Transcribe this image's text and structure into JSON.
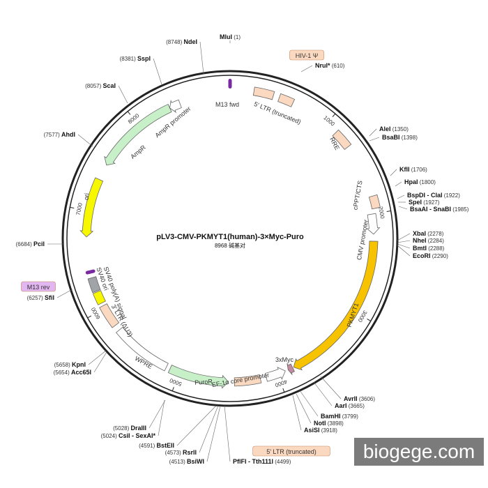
{
  "title": "pLV3-CMV-PKMYT1(human)-3×Myc-Puro",
  "subtitle": "8968 碱基对",
  "total_bp": 8968,
  "watermark": "biogege.com",
  "colors": {
    "backbone": "#222222",
    "promoter_fill": "#ffffff",
    "gene_fill": "#f7c200",
    "ori_fill": "#f7f700",
    "ampr_fill": "#c8f0c8",
    "puror_fill": "#c8f0c8",
    "ltr_fill": "#fbd9c0",
    "primer_fill": "#7a2aa0",
    "tag_fill": "#c28aa0",
    "sv40ori_fill": "#a0a4a8",
    "hiv_box": "#fbd9c0",
    "m13rev_box": "#e2b6f0"
  },
  "ticks": [
    {
      "label": "1000",
      "bp": 1000
    },
    {
      "label": "2000",
      "bp": 2000
    },
    {
      "label": "3000",
      "bp": 3000
    },
    {
      "label": "4000",
      "bp": 4000
    },
    {
      "label": "5000",
      "bp": 5000
    },
    {
      "label": "6000",
      "bp": 6000
    },
    {
      "label": "7000",
      "bp": 7000
    },
    {
      "label": "8000",
      "bp": 8000
    }
  ],
  "features": [
    {
      "id": "m13fwd",
      "label": "M13 fwd",
      "kind": "primer",
      "start": 0,
      "end": 60
    },
    {
      "id": "ltr5",
      "label": "5' LTR (truncated)",
      "kind": "box",
      "start": 230,
      "end": 420
    },
    {
      "id": "hiv",
      "label": "HIV-1 Ψ",
      "kind": "box",
      "start": 480,
      "end": 620
    },
    {
      "id": "rre",
      "label": "RRE",
      "kind": "box",
      "start": 1120,
      "end": 1300
    },
    {
      "id": "cppt",
      "label": "cPPT/CTS",
      "kind": "box",
      "start": 1830,
      "end": 1950
    },
    {
      "id": "cmv",
      "label": "CMV promoter",
      "kind": "arrow",
      "start": 2000,
      "end": 2200
    },
    {
      "id": "pkmyt1",
      "label": "PKMYT1",
      "kind": "arrow",
      "start": 2270,
      "end": 3830
    },
    {
      "id": "myc",
      "label": "3xMyc",
      "kind": "arrow",
      "start": 3840,
      "end": 3890
    },
    {
      "id": "ef1a",
      "label": "EF-1α core promoter",
      "kind": "arrow",
      "start": 3920,
      "end": 4120
    },
    {
      "id": "ltr5b",
      "label": "5' LTR (truncated)",
      "kind": "box",
      "start": 4180,
      "end": 4440
    },
    {
      "id": "puror",
      "label": "PuroR",
      "kind": "arrow",
      "start": 4500,
      "end": 5100
    },
    {
      "id": "wpre",
      "label": "WPRE",
      "kind": "box",
      "start": 5140,
      "end": 5740
    },
    {
      "id": "ltr3",
      "label": "3' LTR (ΔU3)",
      "kind": "box",
      "start": 5800,
      "end": 6030
    },
    {
      "id": "sv40pa",
      "label": "SV40 poly(A) signal",
      "kind": "box",
      "start": 6060,
      "end": 6180
    },
    {
      "id": "sv40ori",
      "label": "SV40 ori",
      "kind": "box",
      "start": 6190,
      "end": 6330
    },
    {
      "id": "m13rev",
      "label": "M13 rev",
      "kind": "primer",
      "start": 6390,
      "end": 6420
    },
    {
      "id": "ori",
      "label": "ori",
      "kind": "arrow",
      "start": 6740,
      "end": 7330
    },
    {
      "id": "ampr",
      "label": "AmpR",
      "kind": "arrow",
      "start": 7490,
      "end": 8350
    },
    {
      "id": "amprprom",
      "label": "AmpR promoter",
      "kind": "arrow",
      "start": 8350,
      "end": 8460
    }
  ],
  "sites": [
    {
      "name": "MluI",
      "pos": "(1)"
    },
    {
      "name": "NruI*",
      "pos": "(610)"
    },
    {
      "name": "AleI",
      "pos": "(1350)"
    },
    {
      "name": "BsaBI",
      "pos": "(1398)"
    },
    {
      "name": "KflI",
      "pos": "(1706)"
    },
    {
      "name": "HpaI",
      "pos": "(1800)"
    },
    {
      "name": "BspDI - ClaI",
      "pos": "(1922)"
    },
    {
      "name": "SpeI",
      "pos": "(1927)"
    },
    {
      "name": "BsaAI - SnaBI",
      "pos": "(1985)"
    },
    {
      "name": "XbaI",
      "pos": "(2278)"
    },
    {
      "name": "NheI",
      "pos": "(2284)"
    },
    {
      "name": "BmtI",
      "pos": "(2288)"
    },
    {
      "name": "EcoRI",
      "pos": "(2290)"
    },
    {
      "name": "AvrII",
      "pos": "(3606)"
    },
    {
      "name": "AarI",
      "pos": "(3665)"
    },
    {
      "name": "BamHI",
      "pos": "(3799)"
    },
    {
      "name": "NotI",
      "pos": "(3898)"
    },
    {
      "name": "AsiSI",
      "pos": "(3918)"
    },
    {
      "name": "PflFI - Tth111I",
      "pos": "(4499)"
    },
    {
      "name": "BsiWI",
      "pos": "(4513)"
    },
    {
      "name": "RsrII",
      "pos": "(4573)"
    },
    {
      "name": "BstEII",
      "pos": "(4591)"
    },
    {
      "name": "CsiI - SexAI*",
      "pos": "(5024)"
    },
    {
      "name": "DraIII",
      "pos": "(5028)"
    },
    {
      "name": "Acc65I",
      "pos": "(5654)"
    },
    {
      "name": "KpnI",
      "pos": "(5658)"
    },
    {
      "name": "SfiI",
      "pos": "(6257)"
    },
    {
      "name": "PciI",
      "pos": "(6684)"
    },
    {
      "name": "AhdI",
      "pos": "(7577)"
    },
    {
      "name": "ScaI",
      "pos": "(8057)"
    },
    {
      "name": "SspI",
      "pos": "(8381)"
    },
    {
      "name": "NdeI",
      "pos": "(8748)"
    }
  ]
}
